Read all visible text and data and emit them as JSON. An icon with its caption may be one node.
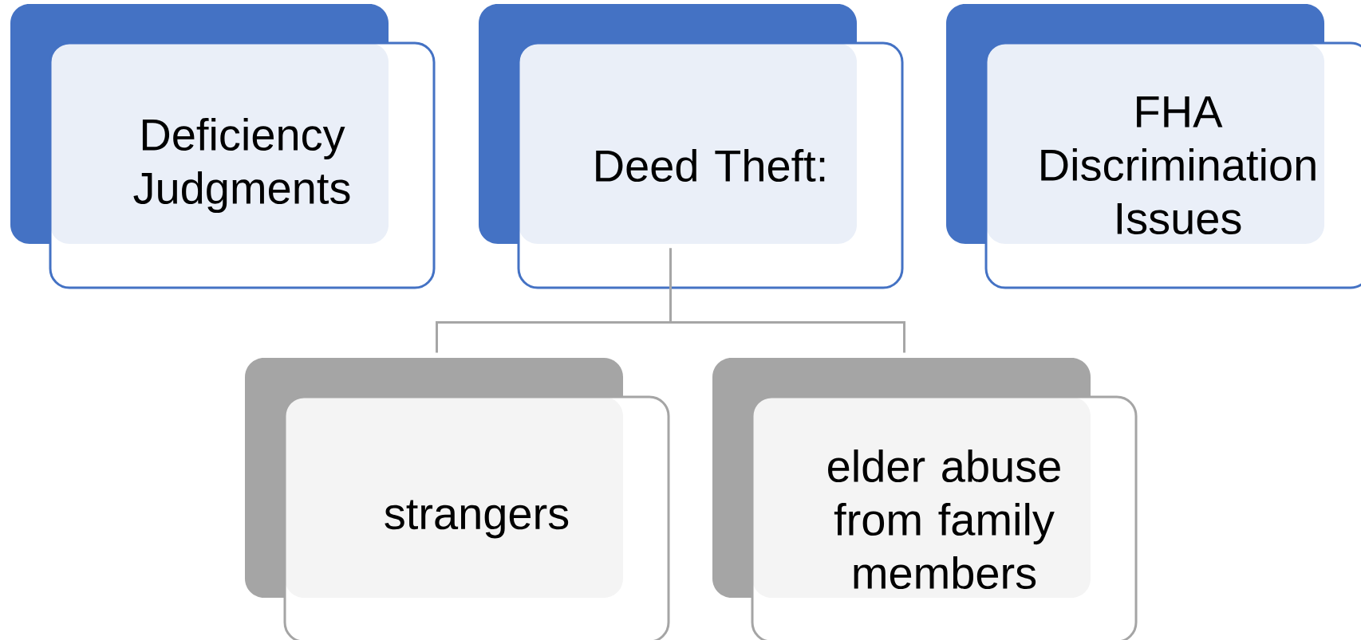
{
  "diagram": {
    "nodes": [
      {
        "text": [
          "Deficiency Judgments"
        ]
      },
      {
        "text": [
          "Deed Theft:"
        ]
      },
      {
        "text": [
          "FHA Discrimination Issues"
        ]
      },
      {
        "text": [
          "strangers"
        ]
      },
      {
        "text": [
          "elder abuse from family members"
        ]
      }
    ],
    "edges": [
      {
        "from": 1,
        "to": 3,
        "arrow": "none"
      },
      {
        "from": 1,
        "to": 4,
        "arrow": "none"
      }
    ]
  }
}
